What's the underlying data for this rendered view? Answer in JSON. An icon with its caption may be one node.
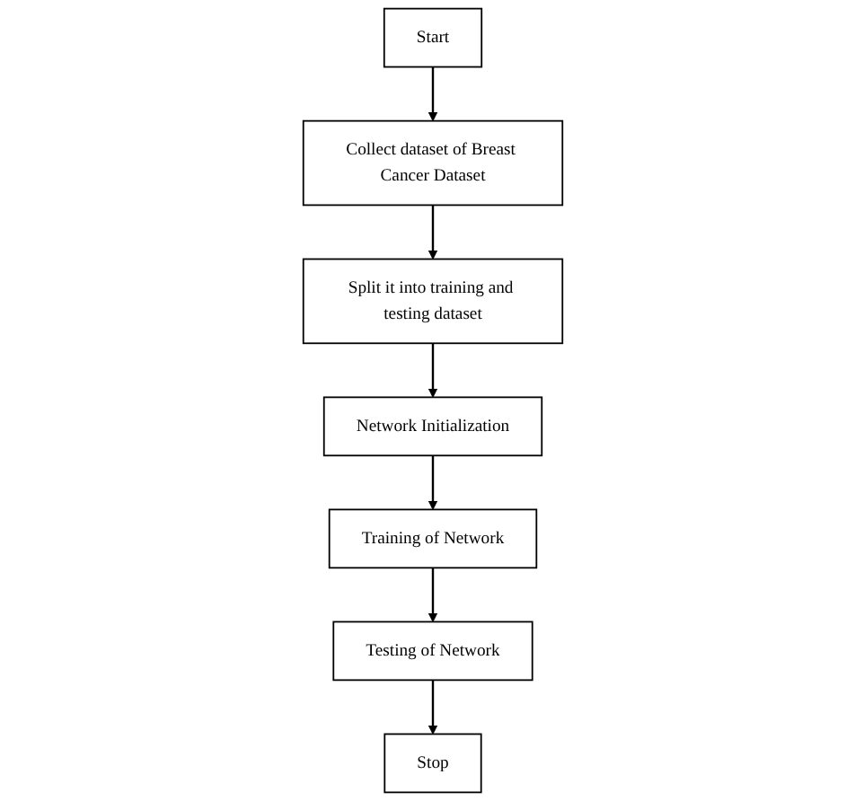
{
  "diagram": {
    "nodes": [
      {
        "text": [
          "Start"
        ]
      },
      {
        "text": [
          "Collect dataset of Breast Cancer Dataset"
        ]
      },
      {
        "text": [
          "Split it into training and testing dataset"
        ]
      },
      {
        "text": [
          "Network Initialization"
        ]
      },
      {
        "text": [
          "Training of Network"
        ]
      },
      {
        "text": [
          "Testing of Network"
        ]
      },
      {
        "text": [
          "Stop"
        ]
      }
    ],
    "edges": [
      {
        "from": 0,
        "to": 1,
        "arrow": "to"
      },
      {
        "from": 1,
        "to": 2,
        "arrow": "to"
      },
      {
        "from": 2,
        "to": 3,
        "arrow": "to"
      },
      {
        "from": 3,
        "to": 4,
        "arrow": "to"
      },
      {
        "from": 4,
        "to": 5,
        "arrow": "to"
      },
      {
        "from": 5,
        "to": 6,
        "arrow": "to"
      }
    ]
  }
}
